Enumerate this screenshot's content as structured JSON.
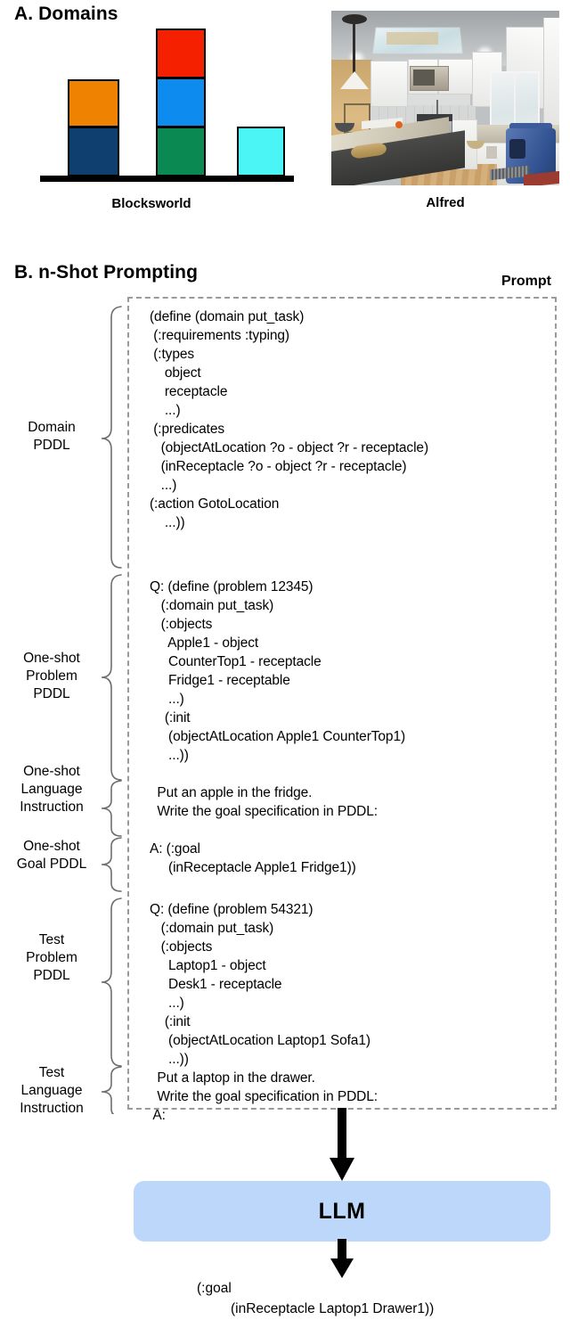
{
  "figure": {
    "section_a_title": "A. Domains",
    "section_b_title": "B. n-Shot Prompting"
  },
  "domains": {
    "blocksworld": {
      "caption": "Blocksworld",
      "blocks": [
        {
          "name": "orange-block",
          "color": "#EF8200",
          "stack": 1,
          "level": 2
        },
        {
          "name": "dark-blue-block",
          "color": "#0E3F6E",
          "stack": 1,
          "level": 1
        },
        {
          "name": "red-block",
          "color": "#F42000",
          "stack": 2,
          "level": 3
        },
        {
          "name": "light-blue-block",
          "color": "#0D8BEE",
          "stack": 2,
          "level": 2
        },
        {
          "name": "green-block",
          "color": "#0A8A52",
          "stack": 2,
          "level": 1
        },
        {
          "name": "cyan-block",
          "color": "#4CF5F5",
          "stack": 3,
          "level": 1
        }
      ],
      "ground_color": "#000000"
    },
    "alfred": {
      "caption": "Alfred",
      "scene_description": "kitchen"
    }
  },
  "prompt": {
    "label": "Prompt",
    "groups": [
      {
        "name": "domain-pddl",
        "label": "Domain\nPDDL",
        "lines": [
          "(define (domain put_task)",
          " (:requirements :typing)",
          " (:types",
          "    object",
          "    receptacle",
          "    ...)",
          " (:predicates",
          "   (objectAtLocation ?o - object ?r - receptacle)",
          "   (inReceptacle ?o - object ?r - receptacle)",
          "   ...)",
          "(:action GotoLocation",
          "    ...))"
        ]
      },
      {
        "name": "one-shot-problem-pddl",
        "label": "One-shot\nProblem\nPDDL",
        "lines": [
          "Q: (define (problem 12345)",
          "   (:domain put_task)",
          "   (:objects",
          "     Apple1 - object",
          "     CounterTop1 - receptacle",
          "     Fridge1 - receptable",
          "     ...)",
          "    (:init",
          "     (objectAtLocation Apple1 CounterTop1)",
          "     ...))"
        ]
      },
      {
        "name": "one-shot-language-instruction",
        "label": "One-shot\nLanguage\nInstruction",
        "lines": [
          "  Put an apple in the fridge.",
          "  Write the goal specification in PDDL:"
        ]
      },
      {
        "name": "one-shot-goal-pddl",
        "label": "One-shot\nGoal PDDL",
        "lines": [
          "A: (:goal",
          "     (inReceptacle Apple1 Fridge1))"
        ]
      },
      {
        "name": "test-problem-pddl",
        "label": "Test\nProblem\nPDDL",
        "lines": [
          "Q: (define (problem 54321)",
          "   (:domain put_task)",
          "   (:objects",
          "     Laptop1 - object",
          "     Desk1 - receptacle",
          "     ...)",
          "    (:init",
          "     (objectAtLocation Laptop1 Sofa1)",
          "     ...))"
        ]
      },
      {
        "name": "test-language-instruction",
        "label": "Test\nLanguage\nInstruction",
        "lines": [
          "  Put a laptop in the drawer.",
          "  Write the goal specification in PDDL:",
          " A:"
        ]
      }
    ]
  },
  "model": {
    "label": "LLM",
    "box_color": "#BDD7FA"
  },
  "output": {
    "line1": "(:goal",
    "line2": "(inReceptacle Laptop1 Drawer1))"
  }
}
